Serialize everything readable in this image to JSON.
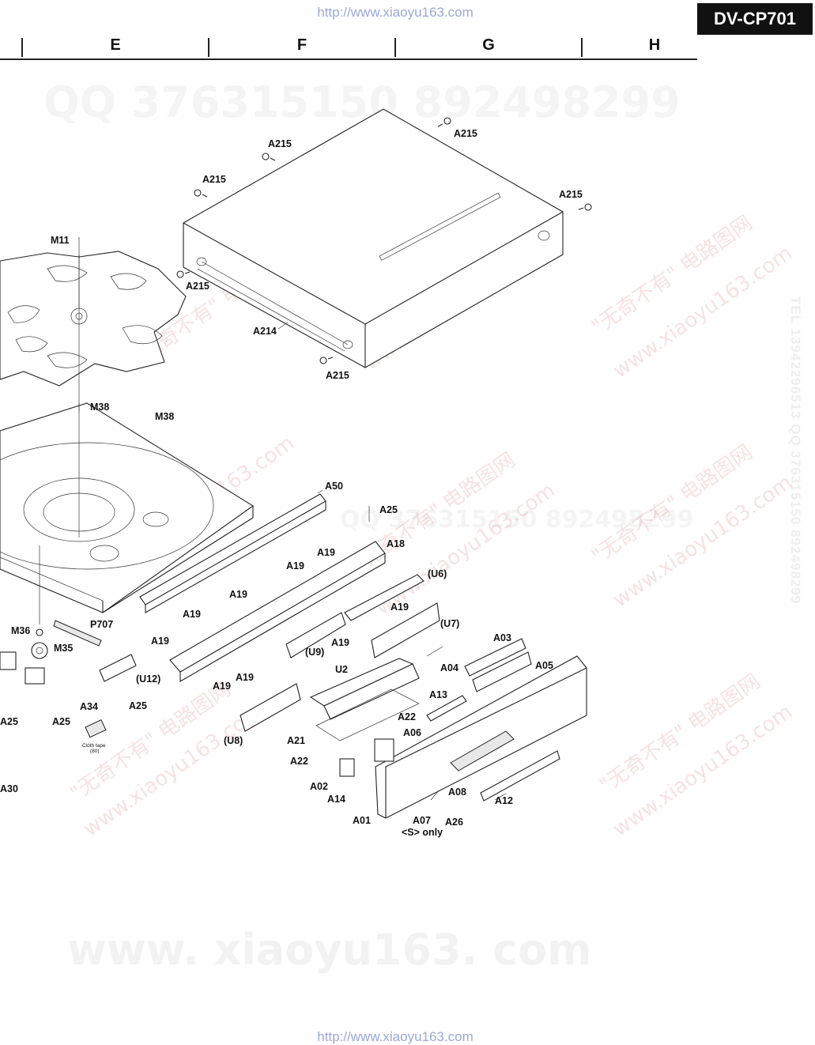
{
  "header": {
    "url_top": "http://www.xiaoyu163.com",
    "url_bottom": "http://www.xiaoyu163.com",
    "model": "DV-CP701",
    "columns": [
      "E",
      "F",
      "G",
      "H"
    ]
  },
  "watermarks": {
    "qq_line": "QQ 376315150   892498299",
    "qq_line_mid": "QQ 376315150   892498299",
    "site_large": "www. xiaoyu163. com",
    "side_text": "TEL 13942296513  QQ 376315150  892498299",
    "diag_1": "\"无奇不有\" 电路图网",
    "diag_2": "www.xiaoyu163.com"
  },
  "labels": {
    "a215_1": "A215",
    "a215_2": "A215",
    "a215_3": "A215",
    "a215_4": "A215",
    "a215_5": "A215",
    "a215_6": "A215",
    "a214": "A214",
    "m11": "M11",
    "m38_1": "M38",
    "m38_2": "M38",
    "a50": "A50",
    "a25_1": "A25",
    "a18": "A18",
    "a19_1": "A19",
    "a19_2": "A19",
    "a19_3": "A19",
    "a19_4": "A19",
    "a19_5": "A19",
    "a19_6": "A19",
    "a19_7": "A19",
    "a19_8": "A19",
    "a19_9": "A19",
    "u6": "(U6)",
    "u7": "(U7)",
    "u9": "(U9)",
    "u12": "(U12)",
    "u8": "(U8)",
    "p707": "P707",
    "m36": "M36",
    "m35": "M35",
    "a34": "A34",
    "a25_2": "A25",
    "a25_3": "A25",
    "a25_4": "A25",
    "a30": "A30",
    "cloth_tape": "Cloth tape",
    "cloth_tape_qty": "(80)",
    "u2": "U2",
    "a03": "A03",
    "a04": "A04",
    "a05": "A05",
    "a13": "A13",
    "a22_1": "A22",
    "a22_2": "A22",
    "a21": "A21",
    "a06": "A06",
    "a02": "A02",
    "a14": "A14",
    "a08": "A08",
    "a12": "A12",
    "a01": "A01",
    "a07": "A07",
    "a26": "A26",
    "s_only": "<S> only"
  }
}
